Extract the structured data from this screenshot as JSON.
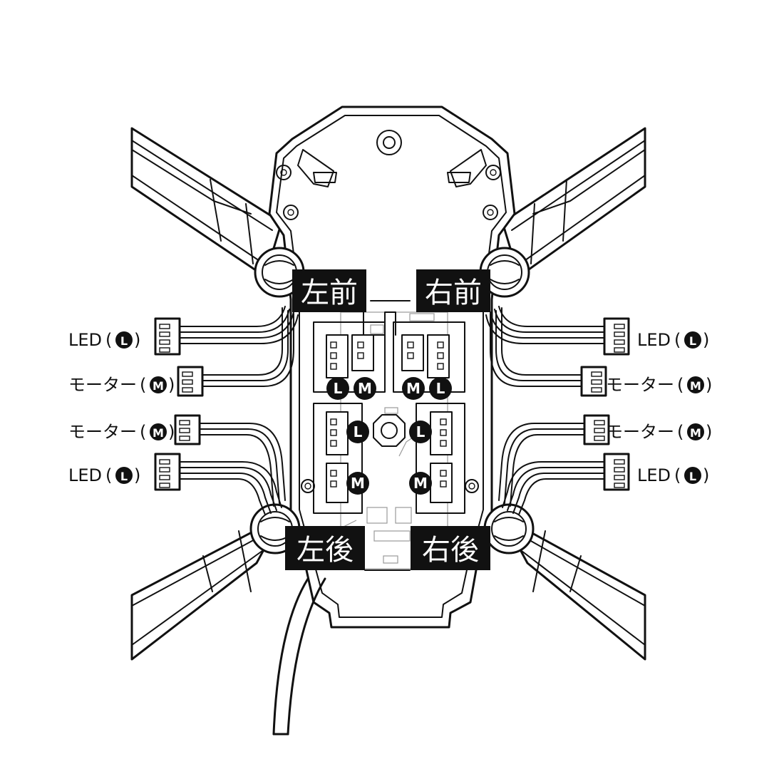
{
  "colors": {
    "line": "#111111",
    "label_bg": "#111111",
    "label_text": "#ffffff",
    "background": "#ffffff"
  },
  "corner_labels": {
    "front_left": "左前",
    "front_right": "右前",
    "rear_left": "左後",
    "rear_right": "右後"
  },
  "wire_labels": {
    "left_top_led": "LED",
    "left_top_motor": "モーター",
    "left_bottom_motor": "モーター",
    "left_bottom_led": "LED",
    "right_top_led": "LED",
    "right_top_motor": "モーター",
    "right_bottom_motor": "モーター",
    "right_bottom_led": "LED"
  },
  "connector_badges": {
    "led_letter": "L",
    "motor_letter": "M"
  },
  "icons": [
    "led-connector-icon",
    "motor-connector-icon",
    "camera-mount-icon"
  ]
}
